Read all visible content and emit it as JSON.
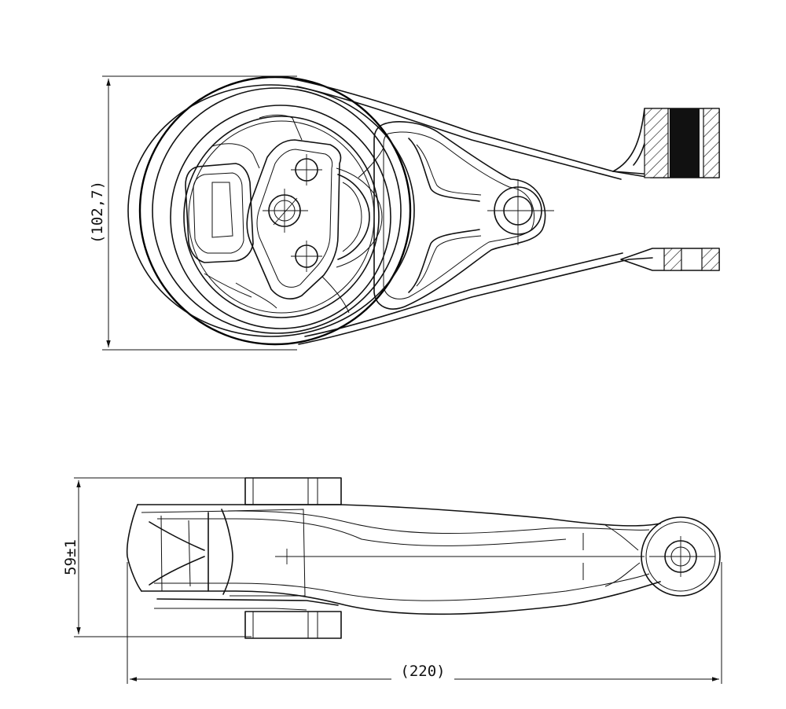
{
  "dimensions": {
    "height_top_view": "(102,7)",
    "height_side_view": "59±1",
    "overall_length": "(220)"
  }
}
